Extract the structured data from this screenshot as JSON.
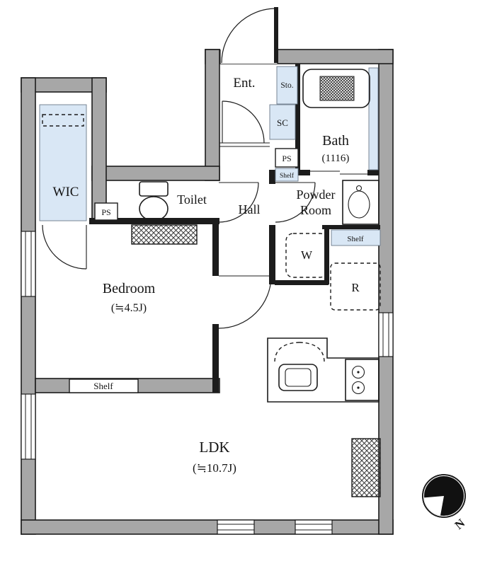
{
  "colors": {
    "wall": "#a7a7a7",
    "accent_blue": "#d9e7f5",
    "line": "#1c1c1c"
  },
  "rooms": {
    "entrance": "Ent.",
    "storage": "Sto.",
    "shoe_closet": "SC",
    "bath": "Bath",
    "bath_size": "(1116)",
    "ps_top": "PS",
    "shelf_bath": "Shelf",
    "powder_line1": "Powder",
    "powder_line2": "Room",
    "toilet": "Toilet",
    "hall": "Hall",
    "wic": "WIC",
    "ps_left": "PS",
    "washer": "W",
    "shelf_powder": "Shelf",
    "fridge": "R",
    "bedroom": "Bedroom",
    "bedroom_size": "(≒4.5J)",
    "shelf_bedroom": "Shelf",
    "ldk": "LDK",
    "ldk_size": "(≒10.7J)"
  },
  "compass": {
    "north": "N"
  }
}
